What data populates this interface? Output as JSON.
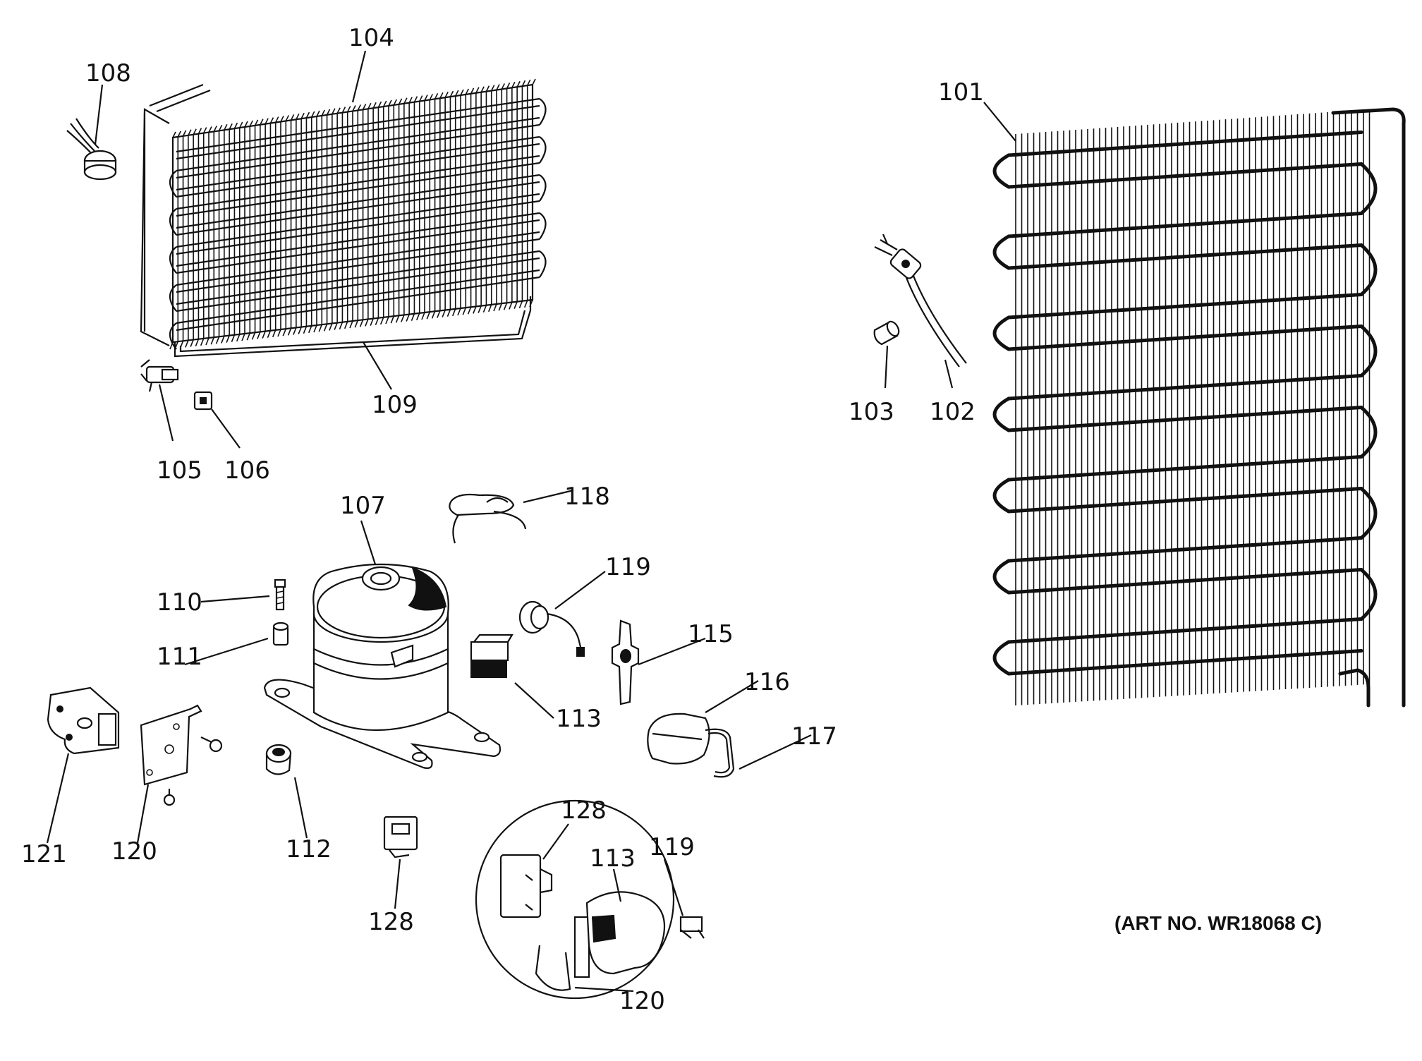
{
  "art_number": "(ART NO. WR18068 C)",
  "callouts": {
    "c101": "101",
    "c102": "102",
    "c103": "103",
    "c104": "104",
    "c105": "105",
    "c106": "106",
    "c107": "107",
    "c108": "108",
    "c109": "109",
    "c110": "110",
    "c111": "111",
    "c112": "112",
    "c113": "113",
    "c115": "115",
    "c116": "116",
    "c117": "117",
    "c118": "118",
    "c119": "119",
    "c120": "120",
    "c121": "121",
    "c128": "128",
    "inset_128": "128",
    "inset_113": "113",
    "inset_119": "119",
    "inset_120": "120"
  }
}
